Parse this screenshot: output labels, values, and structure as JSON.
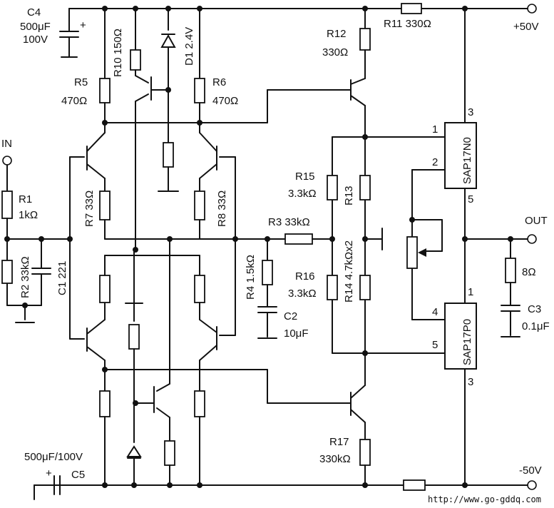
{
  "labels": {
    "c4_name": "C4",
    "c4_val1": "500μF",
    "c4_val2": "100V",
    "r10": "R10 150Ω",
    "d1": "D1 2.4V",
    "r12_name": "R12",
    "r12_val": "330Ω",
    "r11": "R11 330Ω",
    "vplus": "+50V",
    "r5_name": "R5",
    "r5_val": "470Ω",
    "r6_name": "R6",
    "r6_val": "470Ω",
    "in": "IN",
    "r1_name": "R1",
    "r1_val": "1kΩ",
    "r2": "R2 33kΩ",
    "c1": "C1 221",
    "r7": "R7 33Ω",
    "r8": "R8 33Ω",
    "r3": "R3 33kΩ",
    "r15_name": "R15",
    "r15_val": "3.3kΩ",
    "r13": "R13",
    "r14": "R14 4.7kΩx2",
    "r16_name": "R16",
    "r16_val": "3.3kΩ",
    "r4": "R4 1.5kΩ",
    "c2_name": "C2",
    "c2_val": "10μF",
    "ic_top": "SAP17N0",
    "ic_bot": "SAP17P0",
    "pin1_top": "1",
    "pin2_top": "2",
    "pin3_top": "3",
    "pin5_top": "5",
    "pin1_bot": "1",
    "pin4_bot": "4",
    "pin5_bot": "5",
    "pin3_bot": "3",
    "out": "OUT",
    "r_load": "8Ω",
    "c3_name": "C3",
    "c3_val": "0.1μF",
    "r17_name": "R17",
    "r17_val": "330kΩ",
    "c5": "500μF/100V",
    "c5_name": "C5",
    "vminus": "-50V",
    "plus_sign": "+",
    "website": "http://www.go-gddq.com"
  }
}
